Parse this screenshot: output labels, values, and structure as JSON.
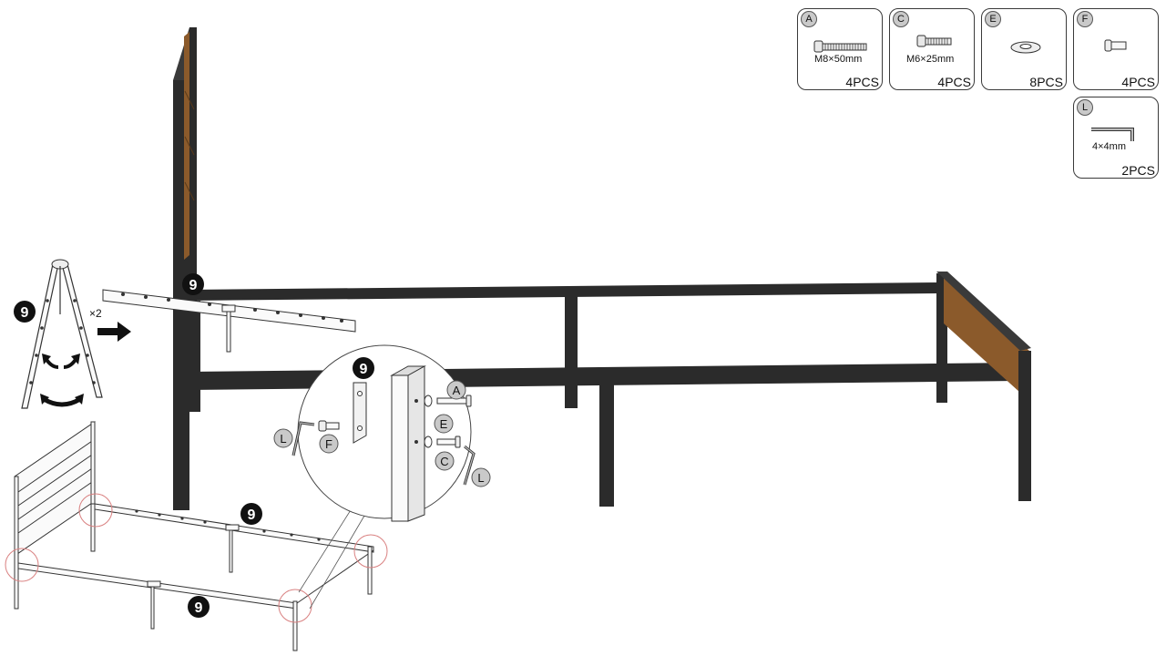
{
  "parts": [
    {
      "letter": "A",
      "size": "M8×50mm",
      "qty": "4PCS",
      "icon": "bolt-long-icon"
    },
    {
      "letter": "C",
      "size": "M6×25mm",
      "qty": "4PCS",
      "icon": "bolt-short-icon"
    },
    {
      "letter": "E",
      "size": "",
      "qty": "8PCS",
      "icon": "washer-icon"
    },
    {
      "letter": "F",
      "size": "",
      "qty": "4PCS",
      "icon": "dowel-pin-icon"
    },
    {
      "letter": "L",
      "size": "4×4mm",
      "qty": "2PCS",
      "icon": "allen-key-icon"
    }
  ],
  "step": {
    "number": "9",
    "multiplier": "×2"
  },
  "callout": {
    "labels": [
      "A",
      "E",
      "C",
      "L",
      "L",
      "F"
    ]
  },
  "colors": {
    "frame": "#2b2b2b",
    "wood": "#8b5a2b",
    "line": "#333333",
    "highlight_circle": "#d98080",
    "badge_bg": "#111111",
    "part_badge_bg": "#c9c9c9"
  }
}
